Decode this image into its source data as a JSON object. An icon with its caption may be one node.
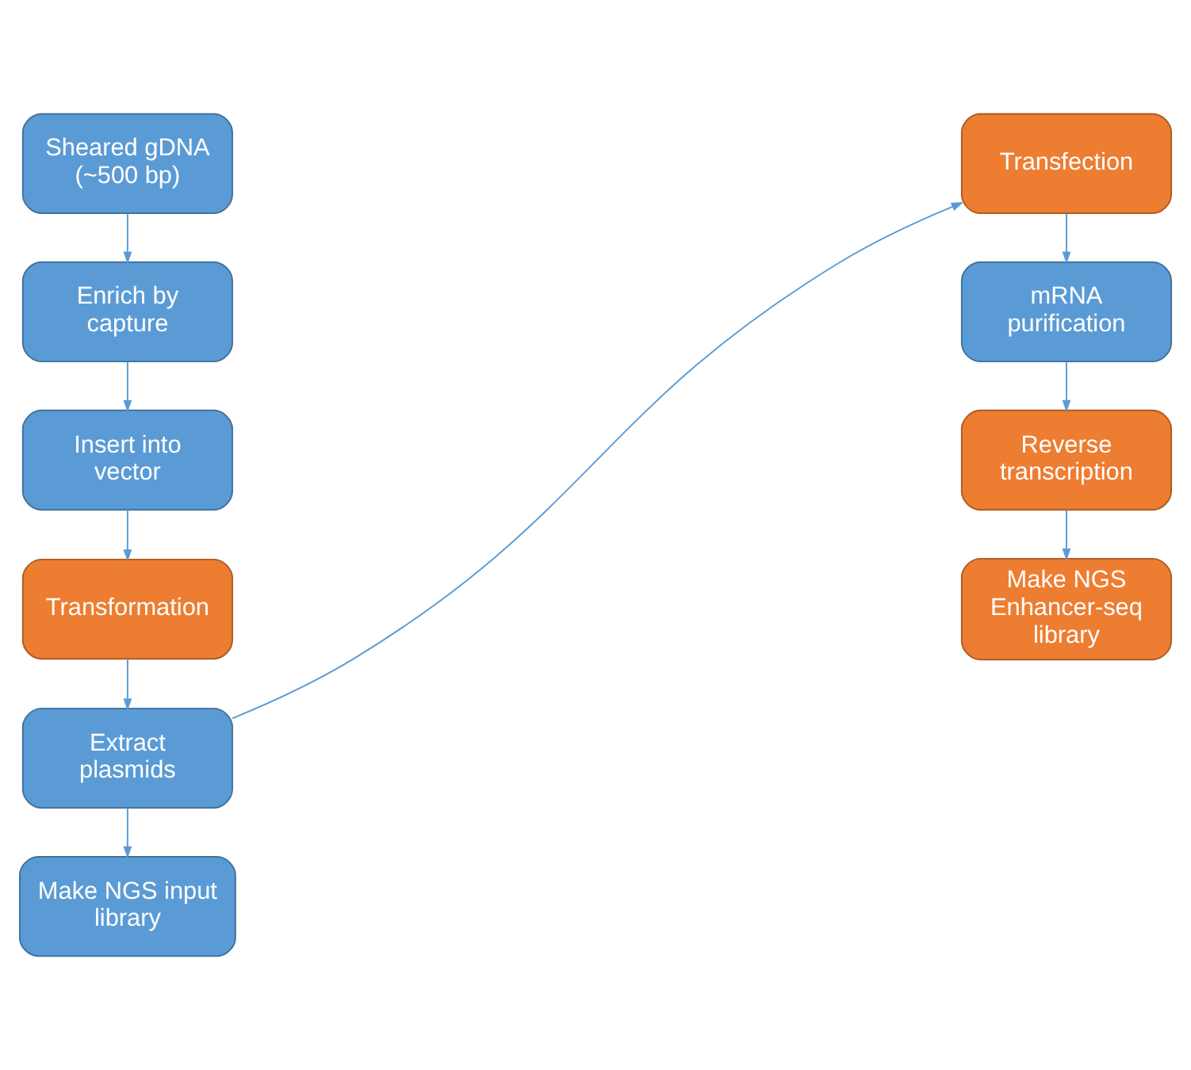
{
  "diagram": {
    "nodes": [
      {
        "text": [
          "Sheared gDNA (~500 bp)"
        ]
      },
      {
        "text": [
          "Enrich by capture"
        ]
      },
      {
        "text": [
          "Insert into vector"
        ]
      },
      {
        "text": [
          "Transformation"
        ]
      },
      {
        "text": [
          "Extract plasmids"
        ]
      },
      {
        "text": [
          "Make NGS input library"
        ]
      },
      {
        "text": [
          "Transfection"
        ]
      },
      {
        "text": [
          "mRNA purification"
        ]
      },
      {
        "text": [
          "Reverse transcription"
        ]
      },
      {
        "text": [
          "Make NGS Enhancer-seq library"
        ]
      }
    ],
    "edges": [
      {
        "from": 0,
        "to": 1,
        "arrow": "to"
      },
      {
        "from": 1,
        "to": 2,
        "arrow": "to"
      },
      {
        "from": 2,
        "to": 3,
        "arrow": "to"
      },
      {
        "from": 3,
        "to": 4,
        "arrow": "to"
      },
      {
        "from": 4,
        "to": 5,
        "arrow": "to"
      },
      {
        "from": 4,
        "to": 6,
        "arrow": "to"
      },
      {
        "from": 6,
        "to": 7,
        "arrow": "to"
      },
      {
        "from": 7,
        "to": 8,
        "arrow": "to"
      },
      {
        "from": 8,
        "to": 9,
        "arrow": "to"
      }
    ]
  }
}
